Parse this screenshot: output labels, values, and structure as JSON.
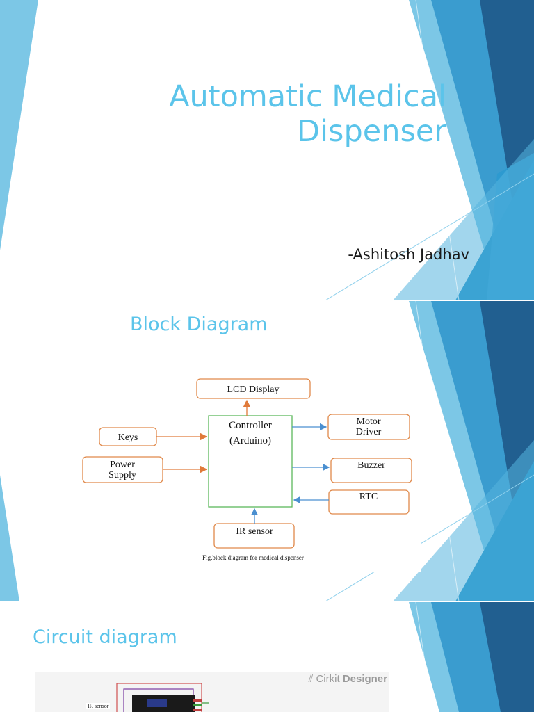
{
  "slide1": {
    "title_line1": "Automatic Medical",
    "title_line2": "Dispenser",
    "author": "-Ashitosh Jadhav"
  },
  "slide2": {
    "title": "Block Diagram",
    "blocks": {
      "lcd": "LCD Display",
      "controller_line1": "Controller",
      "controller_line2": "(Arduino)",
      "keys": "Keys",
      "power_line1": "Power",
      "power_line2": "Supply",
      "motor_line1": "Motor",
      "motor_line2": "Driver",
      "buzzer": "Buzzer",
      "rtc": "RTC",
      "ir": "IR sensor"
    },
    "caption": "Fig.block diagram for medical dispenser"
  },
  "slide3": {
    "title": "Circuit diagram",
    "logo_prefix": "Cirkit ",
    "logo_bold": "Designer",
    "ir_label": "IR sensor"
  },
  "colors": {
    "accent": "#5bc4ea",
    "block_border": "#e0894a",
    "controller_border": "#5cb85c",
    "arrow_orange": "#e07a3a",
    "arrow_blue": "#4a8fd0"
  }
}
